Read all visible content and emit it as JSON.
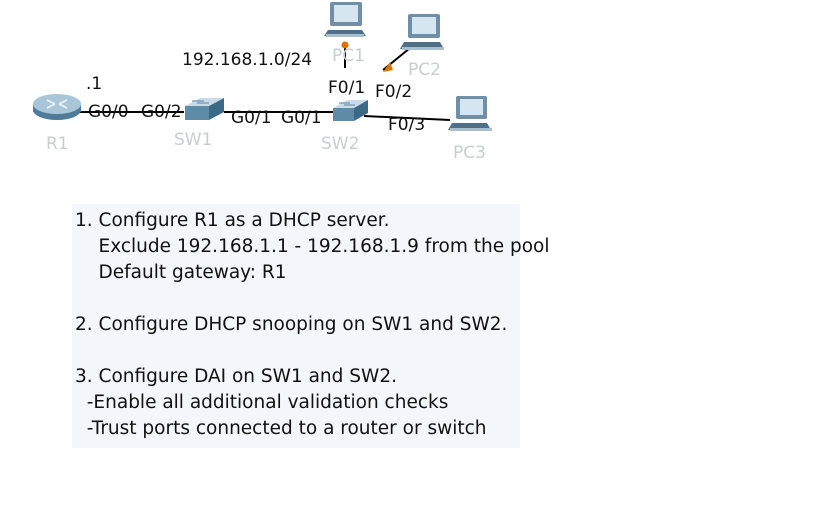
{
  "topology": {
    "network_label": "192.168.1.0/24",
    "r1_ip_label": ".1",
    "devices": {
      "r1": "R1",
      "sw1": "SW1",
      "sw2": "SW2",
      "pc1": "PC1",
      "pc2": "PC2",
      "pc3": "PC3"
    },
    "ports": {
      "r1_g00": "G0/0",
      "sw1_g02": "G0/2",
      "sw1_g01": "G0/1",
      "sw2_g01": "G0/1",
      "sw2_f01": "F0/1",
      "sw2_f02": "F0/2",
      "sw2_f03": "F0/3"
    },
    "colors": {
      "link": "#000000",
      "link_down": "#e07000",
      "link_pending": "#e07000",
      "link_up_dot": "#3aa33a",
      "device_label": "#c9ccd0",
      "note_bg": "#f3f6fa"
    }
  },
  "instructions": {
    "lines": [
      "1. Configure R1 as a DHCP server.",
      "    Exclude 192.168.1.1 - 192.168.1.9 from the pool",
      "    Default gateway: R1",
      "",
      "2. Configure DHCP snooping on SW1 and SW2.",
      "",
      "3. Configure DAI on SW1 and SW2.",
      "  -Enable all additional validation checks",
      "  -Trust ports connected to a router or switch"
    ]
  }
}
